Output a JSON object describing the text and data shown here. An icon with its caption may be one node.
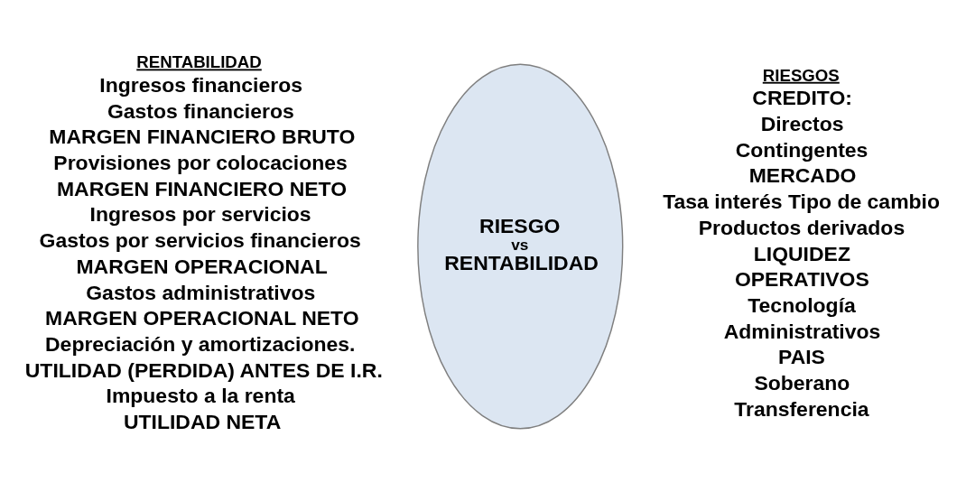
{
  "diagram": {
    "nodes": [
      {
        "text": [
          "RIESGO",
          "vs",
          "RENTABILIDAD"
        ]
      }
    ],
    "labels": [
      "RENTABILIDAD",
      "Ingresos financieros",
      "Gastos financieros",
      "MARGEN FINANCIERO BRUTO",
      "Provisiones por colocaciones",
      "MARGEN FINANCIERO NETO",
      "Ingresos por servicios",
      "Gastos por servicios financieros",
      "MARGEN OPERACIONAL",
      "Gastos administrativos",
      "MARGEN OPERACIONAL NETO",
      "Depreciación y amortizaciones.",
      "UTILIDAD (PERDIDA) ANTES DE I.R.",
      "Impuesto a la renta",
      "UTILIDAD NETA",
      "RIESGOS",
      "CREDITO:",
      "Directos",
      "Contingentes",
      "MERCADO",
      "Tasa interés Tipo de cambio",
      "Productos derivados",
      "LIQUIDEZ",
      "OPERATIVOS",
      "Tecnología",
      "Administrativos",
      "PAIS",
      "Soberano",
      "Transferencia"
    ]
  }
}
